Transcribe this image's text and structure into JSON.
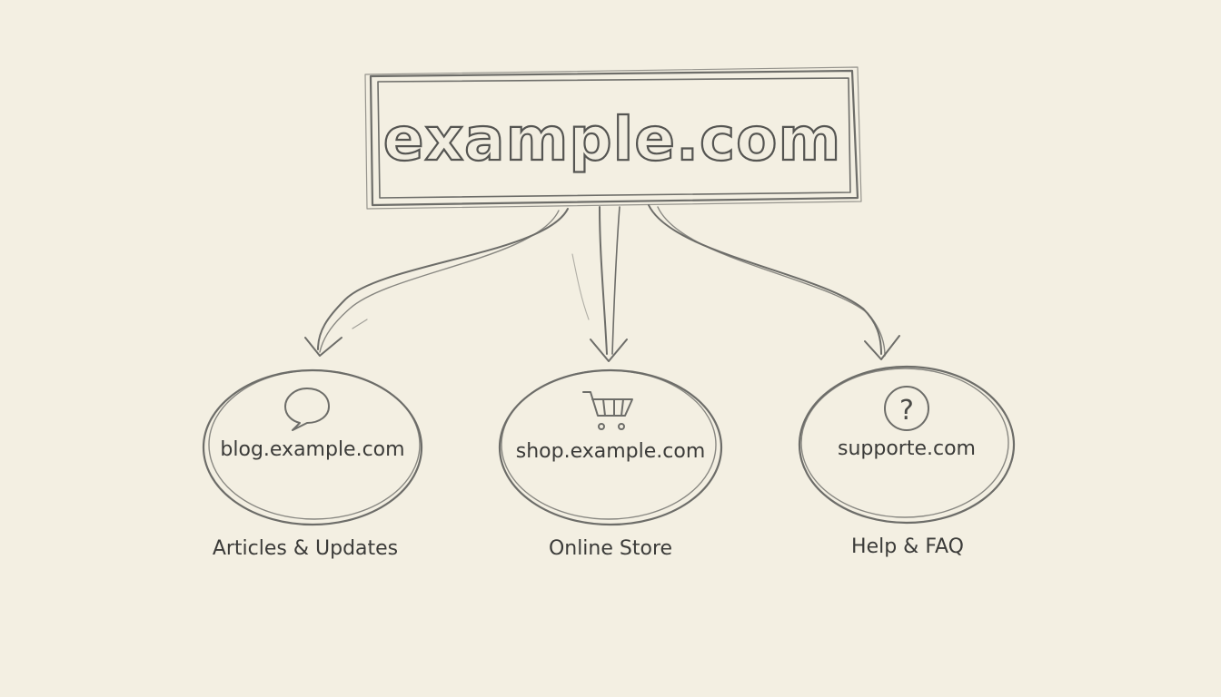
{
  "root": {
    "label": "example.com"
  },
  "nodes": [
    {
      "label": "blog.example.com",
      "caption": "Articles & Updates",
      "icon": "speech-bubble-icon"
    },
    {
      "label": "shop.example.com",
      "caption": "Online Store",
      "icon": "shopping-cart-icon"
    },
    {
      "label": "supporte.com",
      "caption": "Help & FAQ",
      "icon": "question-mark-icon"
    }
  ]
}
